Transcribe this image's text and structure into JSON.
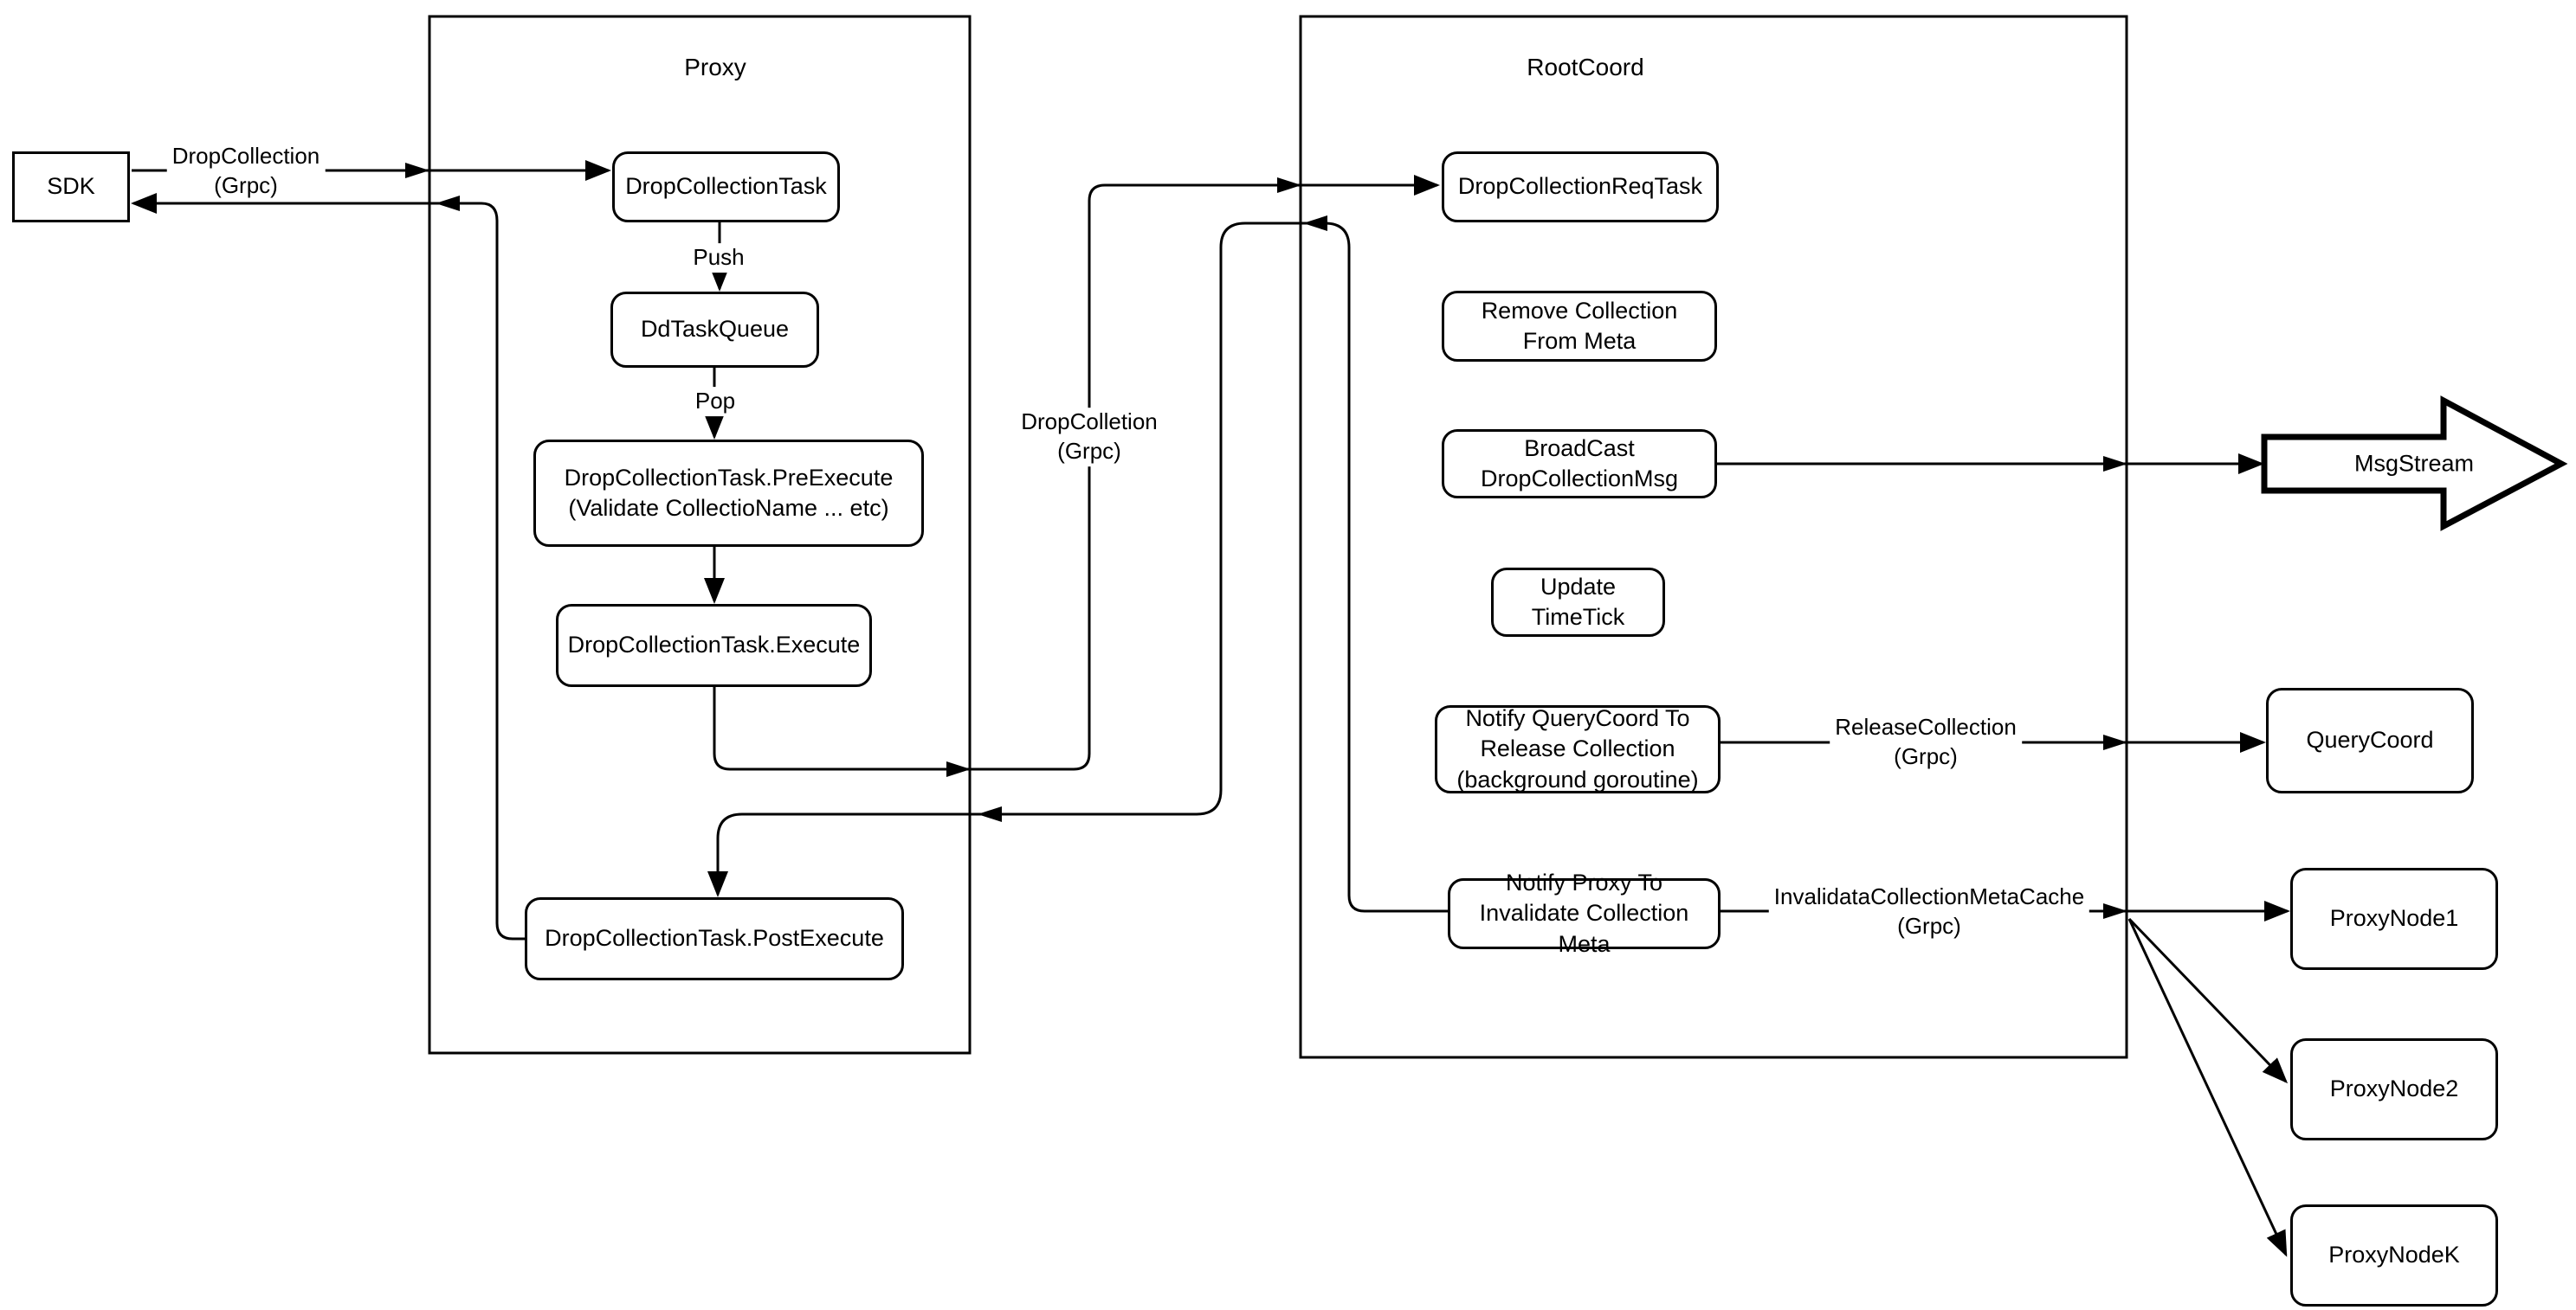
{
  "containers": {
    "proxy": {
      "title": "Proxy"
    },
    "rootcoord": {
      "title": "RootCoord"
    }
  },
  "nodes": {
    "sdk": {
      "label": "SDK"
    },
    "drop_collection_task": {
      "label": "DropCollectionTask"
    },
    "dd_task_queue": {
      "label": "DdTaskQueue"
    },
    "pre_execute": {
      "label": "DropCollectionTask.PreExecute\n(Validate CollectioName ... etc)"
    },
    "execute": {
      "label": "DropCollectionTask.Execute"
    },
    "post_execute": {
      "label": "DropCollectionTask.PostExecute"
    },
    "drop_collection_req_task": {
      "label": "DropCollectionReqTask"
    },
    "remove_collection": {
      "label": "Remove Collection\nFrom Meta"
    },
    "broadcast": {
      "label": "BroadCast\nDropCollectionMsg"
    },
    "update_time_tick": {
      "label": "Update TimeTick"
    },
    "notify_query_coord": {
      "label": "Notify QueryCoord To\nRelease Collection\n(background goroutine)"
    },
    "notify_proxy": {
      "label": "Notify Proxy To\nInvalidate Collection Meta"
    },
    "msg_stream": {
      "label": "MsgStream"
    },
    "query_coord": {
      "label": "QueryCoord"
    },
    "proxy_node_1": {
      "label": "ProxyNode1"
    },
    "proxy_node_2": {
      "label": "ProxyNode2"
    },
    "proxy_node_k": {
      "label": "ProxyNodeK"
    }
  },
  "edge_labels": {
    "sdk_to_proxy": "DropCollection\n(Grpc)",
    "push": "Push",
    "pop": "Pop",
    "proxy_to_root": "DropColletion\n(Grpc)",
    "release": "ReleaseCollection\n(Grpc)",
    "invalidate": "InvalidataCollectionMetaCache\n(Grpc)"
  },
  "colors": {
    "stroke": "#000000",
    "background": "#ffffff"
  }
}
